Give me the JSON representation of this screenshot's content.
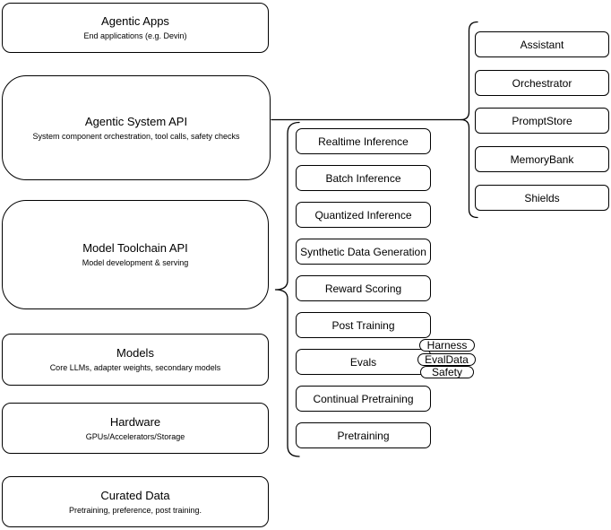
{
  "diagram": {
    "colors": {
      "background": "#ffffff",
      "node_fill": "#ffffff",
      "stroke": "#000000",
      "text": "#000000"
    },
    "left_stack": {
      "items": [
        {
          "title": "Agentic Apps",
          "subtitle": "End applications (e.g. Devin)"
        },
        {
          "title": "Agentic System API",
          "subtitle": "System component orchestration, tool calls, safety checks"
        },
        {
          "title": "Model Toolchain API",
          "subtitle": "Model development & serving"
        },
        {
          "title": "Models",
          "subtitle": "Core LLMs, adapter weights, secondary models"
        },
        {
          "title": "Hardware",
          "subtitle": "GPUs/Accelerators/Storage"
        },
        {
          "title": "Curated Data",
          "subtitle": "Pretraining, preference, post training."
        }
      ]
    },
    "toolchain_stack": {
      "items": [
        "Realtime Inference",
        "Batch Inference",
        "Quantized Inference",
        "Synthetic Data Generation",
        "Reward Scoring",
        "Post Training",
        "Evals",
        "Continual Pretraining",
        "Pretraining"
      ]
    },
    "evals_tags": [
      "Harness",
      "EvalData",
      "Safety"
    ],
    "system_components": [
      "Assistant",
      "Orchestrator",
      "PromptStore",
      "MemoryBank",
      "Shields"
    ]
  }
}
